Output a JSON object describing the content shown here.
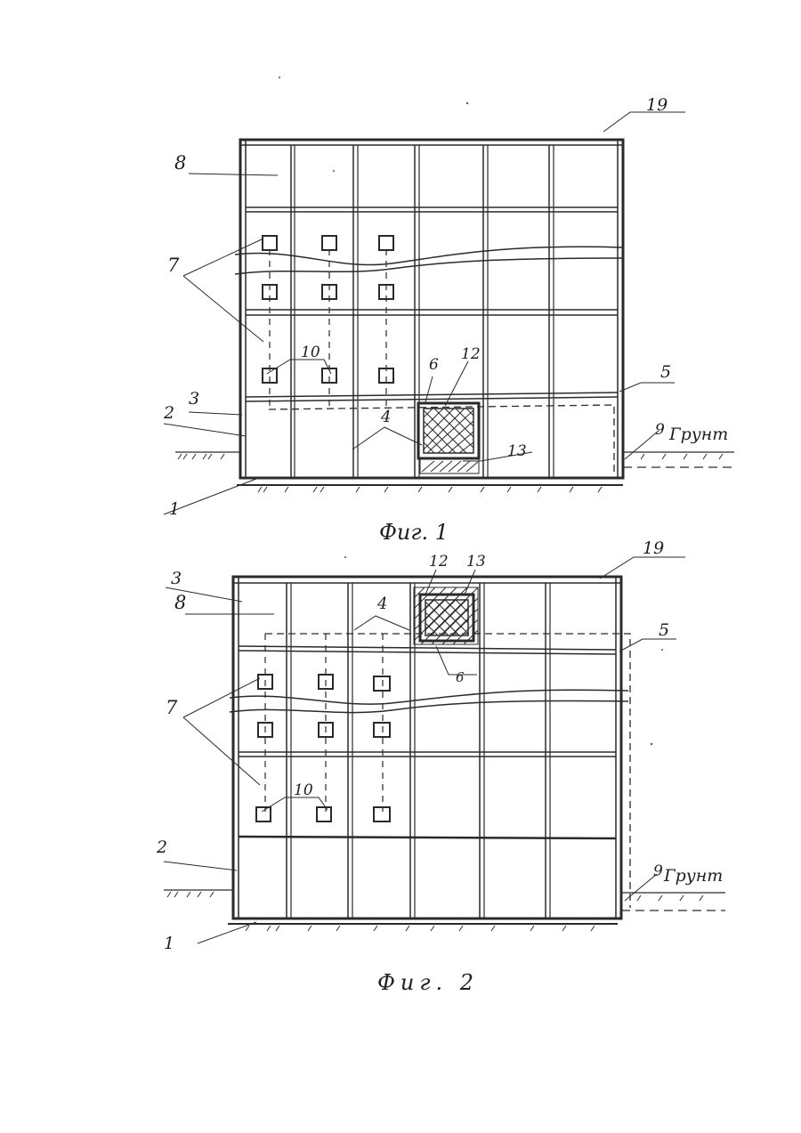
{
  "figures": [
    {
      "caption": "Фиг. 1",
      "labels": {
        "n19": "19",
        "n8": "8",
        "n7": "7",
        "n10": "10",
        "n6": "6",
        "n12": "12",
        "n5": "5",
        "n3": "3",
        "n2": "2",
        "n4": "4",
        "n9": "9",
        "ground": "Грунт",
        "n13": "13",
        "n1": "1"
      }
    },
    {
      "caption": "Фиг. 2",
      "labels": {
        "n12": "12",
        "n13": "13",
        "n19": "19",
        "n3": "3",
        "n8": "8",
        "n4": "4",
        "n5": "5",
        "n6": "6",
        "n7": "7",
        "n10": "10",
        "n2": "2",
        "n9": "9",
        "ground": "Грунт",
        "n1": "1"
      }
    }
  ]
}
